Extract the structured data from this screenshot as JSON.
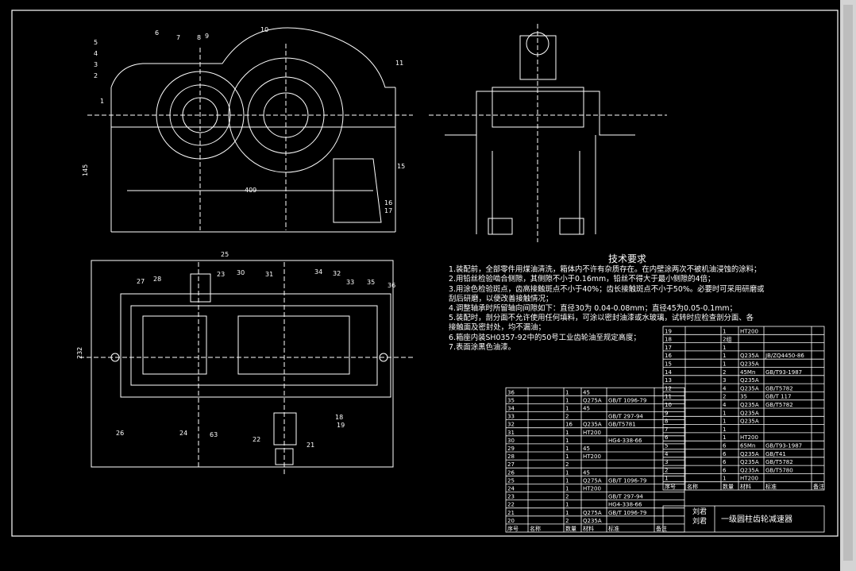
{
  "drawing_title": "一级圆柱齿轮减速器",
  "drawn_by": [
    "刘君",
    "刘君"
  ],
  "tech_requirements": {
    "title": "技术要求",
    "lines": [
      "1.装配前，全部零件用煤油清洗，箱体内不许有杂质存在。在内壁涂两次不被机油浸蚀的涂料；",
      "2.用铅丝检验啮合侧隙，其侧隙不小于0.16mm，铅丝不得大于最小侧隙的4倍；",
      "3.用涂色检验斑点，齿高接触斑点不小于40%；齿长接触斑点不小于50%。必要时可采用研磨或",
      "刮后研磨，以便改善接触情况；",
      "4.调整轴承时所留轴向间隙如下：直径30为 0.04-0.08mm；直径45为0.05-0.1mm；",
      "5.装配时，剖分面不允许使用任何填料，可涂以密封油漆或水玻璃，试转时应检查剖分面、各",
      "接触面及密封处，均不漏油；",
      "6.箱座内装SH0357-92中的50号工业齿轮油至规定高度；",
      "7.表面涂黑色油漆。"
    ]
  },
  "dimensions": {
    "center_distance": "409",
    "height": "145",
    "width_bottom": "232"
  },
  "balloons_top": [
    "1",
    "2",
    "3",
    "4",
    "5",
    "6",
    "7",
    "8",
    "9",
    "10",
    "11",
    "15",
    "16",
    "17"
  ],
  "balloons_bottom": [
    "25",
    "27",
    "28",
    "23",
    "30",
    "31",
    "34",
    "32",
    "33",
    "35",
    "36",
    "26",
    "24",
    "63",
    "22",
    "21",
    "18",
    "19"
  ],
  "bom_left": {
    "headers": [
      "序号",
      "名称",
      "数量",
      "材料",
      "标准",
      "备注"
    ],
    "rows": [
      {
        "no": "36",
        "qty": "1",
        "mat": "45",
        "std": ""
      },
      {
        "no": "35",
        "qty": "1",
        "mat": "Q275A",
        "std": "GB/T 1096-79"
      },
      {
        "no": "34",
        "qty": "1",
        "mat": "45",
        "std": ""
      },
      {
        "no": "33",
        "qty": "2",
        "mat": "",
        "std": "GB/T 297-94"
      },
      {
        "no": "32",
        "qty": "16",
        "mat": "Q235A",
        "std": "GB/T5781"
      },
      {
        "no": "31",
        "qty": "1",
        "mat": "HT200",
        "std": ""
      },
      {
        "no": "30",
        "qty": "1",
        "mat": "",
        "std": "HG4-338-66"
      },
      {
        "no": "29",
        "qty": "1",
        "mat": "45",
        "std": ""
      },
      {
        "no": "28",
        "qty": "1",
        "mat": "HT200",
        "std": ""
      },
      {
        "no": "27",
        "qty": "2",
        "mat": "",
        "std": ""
      },
      {
        "no": "26",
        "qty": "1",
        "mat": "45",
        "std": ""
      },
      {
        "no": "25",
        "qty": "1",
        "mat": "Q275A",
        "std": "GB/T 1096-79"
      },
      {
        "no": "24",
        "qty": "1",
        "mat": "HT200",
        "std": ""
      },
      {
        "no": "23",
        "qty": "2",
        "mat": "",
        "std": "GB/T 297-94"
      },
      {
        "no": "22",
        "qty": "1",
        "mat": "",
        "std": "HG4-338-66"
      },
      {
        "no": "21",
        "qty": "1",
        "mat": "Q275A",
        "std": "GB/T 1096-79"
      },
      {
        "no": "20",
        "qty": "2",
        "mat": "Q235A",
        "std": ""
      }
    ]
  },
  "bom_right": {
    "headers": [
      "序号",
      "名称",
      "数量",
      "材料",
      "标准",
      "备注"
    ],
    "rows": [
      {
        "no": "19",
        "qty": "1",
        "mat": "HT200",
        "std": ""
      },
      {
        "no": "18",
        "qty": "2组",
        "mat": "",
        "std": ""
      },
      {
        "no": "17",
        "qty": "1",
        "mat": "",
        "std": ""
      },
      {
        "no": "16",
        "qty": "1",
        "mat": "Q235A",
        "std": "JB/ZQ4450-86"
      },
      {
        "no": "15",
        "qty": "1",
        "mat": "Q235A",
        "std": ""
      },
      {
        "no": "14",
        "qty": "2",
        "mat": "45Mn",
        "std": "GB/T93-1987"
      },
      {
        "no": "13",
        "qty": "3",
        "mat": "Q235A",
        "std": ""
      },
      {
        "no": "12",
        "qty": "4",
        "mat": "Q235A",
        "std": "GB/T5782"
      },
      {
        "no": "11",
        "qty": "2",
        "mat": "35",
        "std": "GB/T 117"
      },
      {
        "no": "10",
        "qty": "4",
        "mat": "Q235A",
        "std": "GB/T5782"
      },
      {
        "no": "9",
        "qty": "1",
        "mat": "Q235A",
        "std": ""
      },
      {
        "no": "8",
        "qty": "1",
        "mat": "Q235A",
        "std": ""
      },
      {
        "no": "7",
        "qty": "1",
        "mat": "",
        "std": ""
      },
      {
        "no": "6",
        "qty": "1",
        "mat": "HT200",
        "std": ""
      },
      {
        "no": "5",
        "qty": "6",
        "mat": "65Mn",
        "std": "GB/T93-1987"
      },
      {
        "no": "4",
        "qty": "6",
        "mat": "Q235A",
        "std": "GB/T41"
      },
      {
        "no": "3",
        "qty": "6",
        "mat": "Q235A",
        "std": "GB/T5782"
      },
      {
        "no": "2",
        "qty": "6",
        "mat": "Q235A",
        "std": "GB/T5780"
      },
      {
        "no": "1",
        "qty": "1",
        "mat": "HT200",
        "std": ""
      }
    ]
  },
  "colors": {
    "line": "#ffffff",
    "background": "#000000",
    "scrollbar": "#d4d4d4"
  }
}
